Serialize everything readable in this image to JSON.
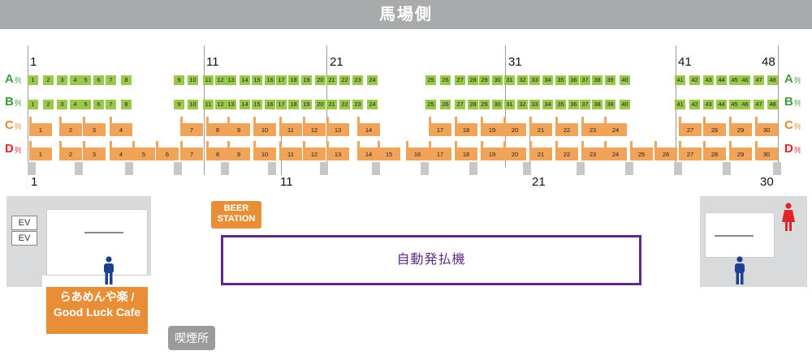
{
  "header": {
    "title": "馬場側"
  },
  "column_numbers_top": [
    "1",
    "11",
    "21",
    "31",
    "41",
    "48"
  ],
  "column_numbers_bottom": [
    "1",
    "11",
    "21",
    "30"
  ],
  "row_labels": [
    {
      "letter": "A",
      "suffix": "列",
      "color": "#3a9c3a"
    },
    {
      "letter": "B",
      "suffix": "列",
      "color": "#3a9c3a"
    },
    {
      "letter": "C",
      "suffix": "列",
      "color": "#e08a2e"
    },
    {
      "letter": "D",
      "suffix": "列",
      "color": "#e0252a"
    }
  ],
  "seats": {
    "A": [
      "1",
      "2",
      "3",
      "4",
      "5",
      "6",
      "7",
      "8",
      "9",
      "10",
      "11",
      "12",
      "13",
      "14",
      "15",
      "16",
      "17",
      "18",
      "19",
      "20",
      "21",
      "22",
      "23",
      "24",
      "25",
      "26",
      "27",
      "28",
      "29",
      "30",
      "31",
      "32",
      "33",
      "34",
      "35",
      "36",
      "37",
      "38",
      "39",
      "40",
      "41",
      "42",
      "43",
      "44",
      "45",
      "46",
      "47",
      "48"
    ],
    "B": [
      "1",
      "2",
      "3",
      "4",
      "5",
      "6",
      "7",
      "8",
      "9",
      "10",
      "11",
      "12",
      "13",
      "14",
      "15",
      "16",
      "17",
      "18",
      "19",
      "20",
      "21",
      "22",
      "23",
      "24",
      "25",
      "26",
      "27",
      "28",
      "29",
      "30",
      "31",
      "32",
      "33",
      "34",
      "35",
      "36",
      "37",
      "38",
      "39",
      "40",
      "41",
      "42",
      "43",
      "44",
      "45",
      "46",
      "47",
      "48"
    ],
    "C": [
      "1",
      "2",
      "3",
      "4",
      "7",
      "8",
      "9",
      "10",
      "11",
      "12",
      "13",
      "14",
      "17",
      "18",
      "19",
      "20",
      "21",
      "22",
      "23",
      "24",
      "27",
      "28",
      "29",
      "30"
    ],
    "D": [
      "1",
      "2",
      "3",
      "4",
      "5",
      "6",
      "7",
      "8",
      "9",
      "10",
      "11",
      "12",
      "13",
      "14",
      "15",
      "16",
      "17",
      "18",
      "19",
      "20",
      "21",
      "22",
      "23",
      "24",
      "25",
      "26",
      "27",
      "28",
      "29",
      "30"
    ]
  },
  "facilities": {
    "ev_labels": [
      "EV",
      "EV"
    ],
    "beer_station": [
      "BEER",
      "STATION"
    ],
    "totalizator": "自動発払機",
    "restaurant": [
      "らあめんや楽 /",
      "Good Luck Cafe"
    ],
    "smoking": "喫煙所"
  },
  "colors": {
    "banner": "#a8aaab",
    "seat_green": "#9ac84b",
    "seat_orange": "#efa45a",
    "totalizator_border": "#5e2a84",
    "restaurant": "#e88e36",
    "mens_toilet": "#1d3f8f",
    "womens_toilet": "#e0252a"
  },
  "icons": [
    "mens-toilet-icon",
    "mens-toilet-icon",
    "womens-toilet-icon"
  ]
}
